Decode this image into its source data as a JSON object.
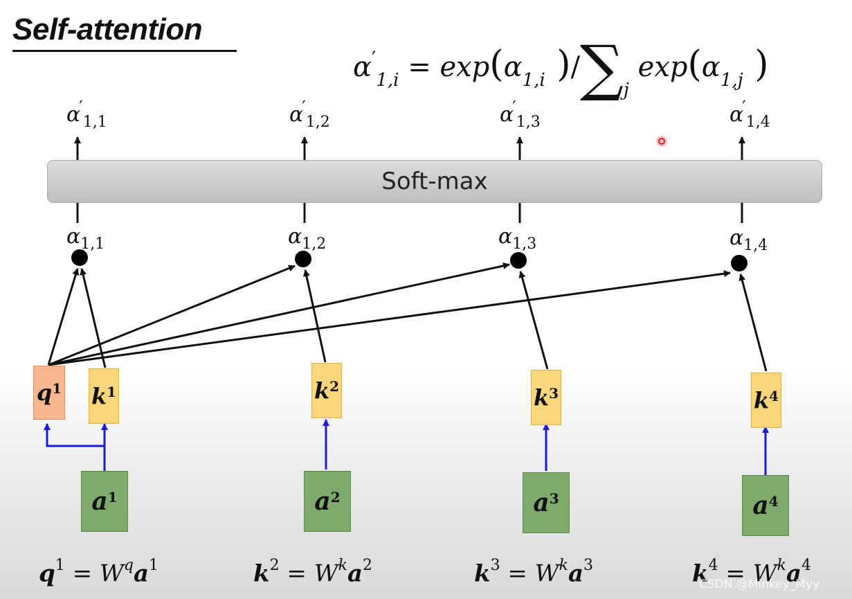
{
  "title": "Self-attention",
  "formula": {
    "lhs": "α",
    "lhs_sub": "1,i",
    "eq": "=",
    "exp1": "exp",
    "alpha1": "α",
    "sub1": "1,i",
    "slash": "/",
    "sigma": "∑",
    "sigma_sub": "j",
    "exp2": "exp",
    "alpha2": "α",
    "sub2": "1,j"
  },
  "softmax_label": "Soft-max",
  "outputs": [
    {
      "sym": "α",
      "sub": "1,1"
    },
    {
      "sym": "α",
      "sub": "1,2"
    },
    {
      "sym": "α",
      "sub": "1,3"
    },
    {
      "sym": "α",
      "sub": "1,4"
    }
  ],
  "scores": [
    {
      "sym": "α",
      "sub": "1,1"
    },
    {
      "sym": "α",
      "sub": "1,2"
    },
    {
      "sym": "α",
      "sub": "1,3"
    },
    {
      "sym": "α",
      "sub": "1,4"
    }
  ],
  "query": {
    "sym": "q",
    "sup": "1"
  },
  "keys": [
    {
      "sym": "k",
      "sup": "1"
    },
    {
      "sym": "k",
      "sup": "2"
    },
    {
      "sym": "k",
      "sup": "3"
    },
    {
      "sym": "k",
      "sup": "4"
    }
  ],
  "inputs": [
    {
      "sym": "a",
      "sup": "1"
    },
    {
      "sym": "a",
      "sup": "2"
    },
    {
      "sym": "a",
      "sup": "3"
    },
    {
      "sym": "a",
      "sup": "4"
    }
  ],
  "equations": [
    {
      "lhs": "q",
      "lhs_sup": "1",
      "eq": "=",
      "W": "W",
      "W_sup": "q",
      "rhs": "a",
      "rhs_sup": "1"
    },
    {
      "lhs": "k",
      "lhs_sup": "2",
      "eq": "=",
      "W": "W",
      "W_sup": "k",
      "rhs": "a",
      "rhs_sup": "2"
    },
    {
      "lhs": "k",
      "lhs_sup": "3",
      "eq": "=",
      "W": "W",
      "W_sup": "k",
      "rhs": "a",
      "rhs_sup": "3"
    },
    {
      "lhs": "k",
      "lhs_sup": "4",
      "eq": "=",
      "W": "W",
      "W_sup": "k",
      "rhs": "a",
      "rhs_sup": "4"
    }
  ],
  "watermark": "CSDN @Minkey_Myy",
  "colors": {
    "query_fill": "#f7b78f",
    "key_fill": "#fdd57a",
    "input_fill": "#7eaa6d",
    "input_arrow": "#1a1adf",
    "attention_arrow": "#111111",
    "cursor_dot": "#e02020"
  }
}
